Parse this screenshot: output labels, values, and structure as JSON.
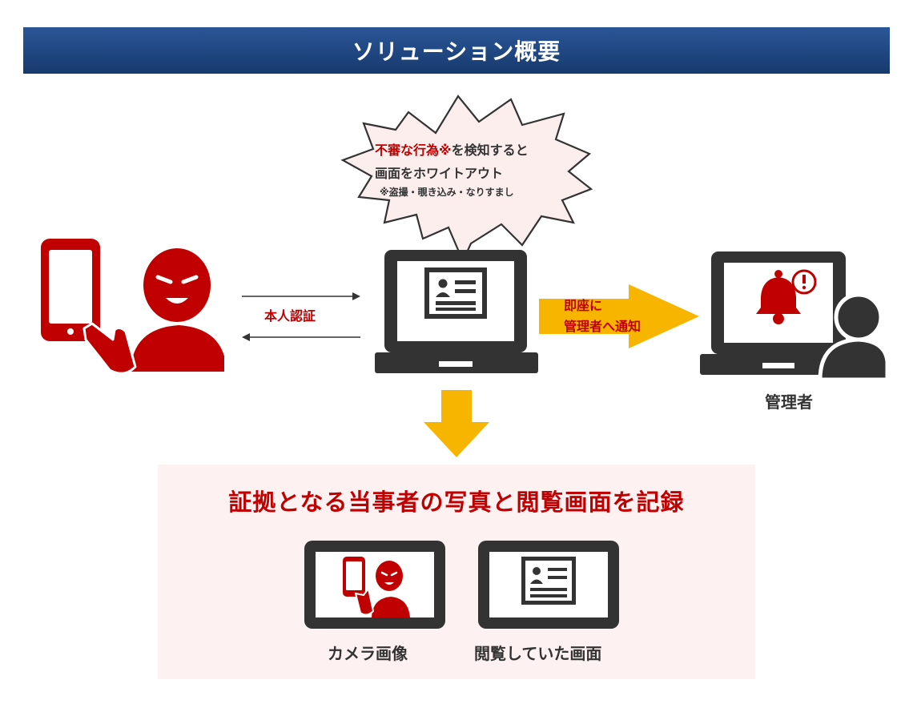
{
  "header": {
    "title": "ソリューション概要"
  },
  "bubble": {
    "line1_red": "不審な行為※",
    "line1_rest": "を検知すると",
    "line2": "画面をホワイトアウト",
    "note": "※盗撮・覗き込み・なりすまし"
  },
  "auth_label": "本人認証",
  "notify_label": {
    "line1": "即座に",
    "line2": "管理者へ通知"
  },
  "admin_label": "管理者",
  "evidence": {
    "title": "証拠となる当事者の写真と閲覧画面を記録",
    "camera_label": "カメラ画像",
    "screen_label": "閲覧していた画面"
  },
  "colors": {
    "header_top": "#2b5697",
    "header_bottom": "#163a6e",
    "accent_red": "#c00000",
    "arrow_yellow": "#f8b500",
    "device_dark": "#333333",
    "evidence_bg": "#fdf1f1"
  }
}
